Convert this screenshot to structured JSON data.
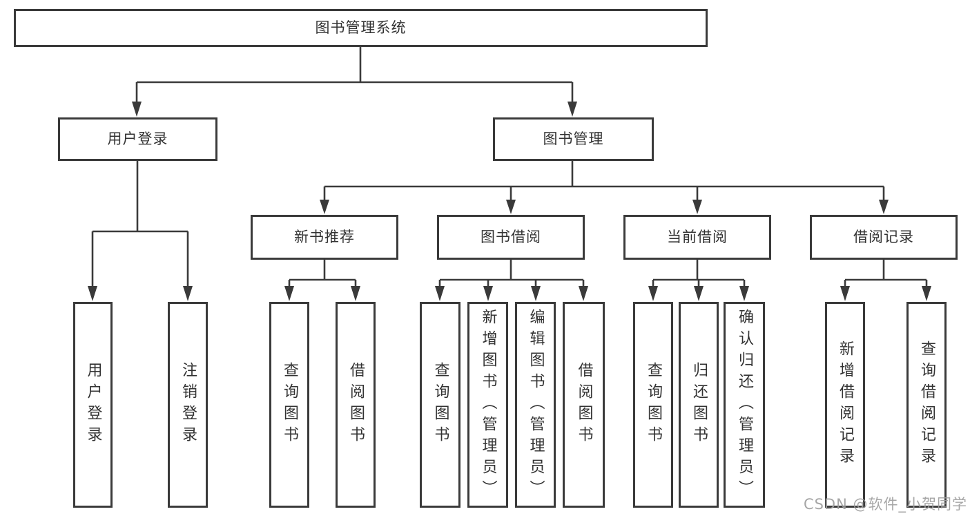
{
  "diagram": {
    "root": {
      "label": "图书管理系统"
    },
    "user_branch": {
      "label": "用户登录",
      "leaves": [
        {
          "label": "用户登录"
        },
        {
          "label": "注销登录"
        }
      ]
    },
    "book_branch": {
      "label": "图书管理",
      "groups": [
        {
          "label": "新书推荐",
          "leaves": [
            {
              "label": "查询图书"
            },
            {
              "label": "借阅图书"
            }
          ]
        },
        {
          "label": "图书借阅",
          "leaves": [
            {
              "label": "查询图书"
            },
            {
              "label": "新增图书（管理员）"
            },
            {
              "label": "编辑图书（管理员）"
            },
            {
              "label": "借阅图书"
            }
          ]
        },
        {
          "label": "当前借阅",
          "leaves": [
            {
              "label": "查询图书"
            },
            {
              "label": "归还图书"
            },
            {
              "label": "确认归还（管理员）"
            }
          ]
        },
        {
          "label": "借阅记录",
          "leaves": [
            {
              "label": "新增借阅记录"
            },
            {
              "label": "查询借阅记录"
            }
          ]
        }
      ]
    }
  },
  "watermark": {
    "text": "CSDN @软件_小贺同学"
  },
  "colors": {
    "line": "#3a3a3a",
    "border": "#3a3a3a",
    "text": "#333333",
    "watermark": "#9e9e9e",
    "background": "#ffffff"
  }
}
